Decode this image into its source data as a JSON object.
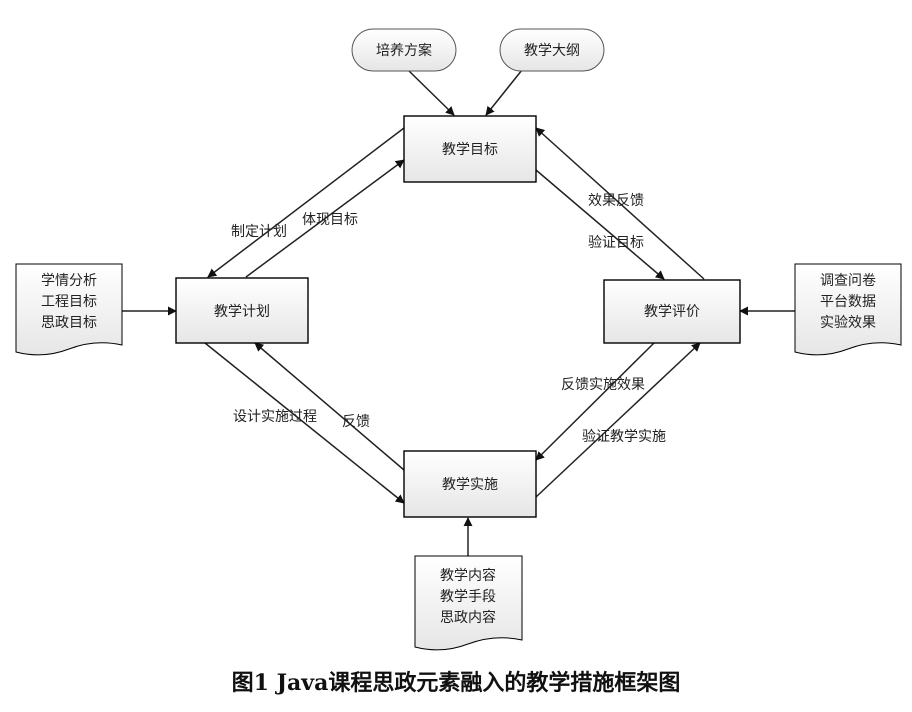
{
  "nodes": {
    "goal": "教学目标",
    "plan": "教学计划",
    "implement": "教学实施",
    "evaluate": "教学评价",
    "training_plan": "培养方案",
    "syllabus": "教学大纲"
  },
  "docs": {
    "left": [
      "学情分析",
      "工程目标",
      "思政目标"
    ],
    "right": [
      "调查问卷",
      "平台数据",
      "实验效果"
    ],
    "bottom": [
      "教学内容",
      "教学手段",
      "思政内容"
    ]
  },
  "edges": {
    "make_plan": "制定计划",
    "reflect_goal": "体现目标",
    "effect_feedback": "效果反馈",
    "verify_goal": "验证目标",
    "design_process": "设计实施过程",
    "feedback": "反馈",
    "feedback_effect": "反馈实施效果",
    "verify_implementation": "验证教学实施"
  },
  "caption": "图1 Java课程思政元素融入的教学措施框架图"
}
